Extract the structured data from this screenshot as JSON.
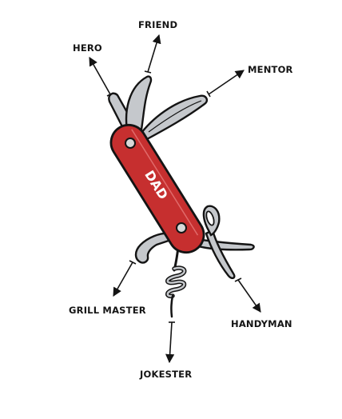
{
  "diagram": {
    "handle_text": "DAD",
    "labels": {
      "friend": "FRIEND",
      "hero": "HERO",
      "mentor": "MENTOR",
      "grill_master": "GRILL MASTER",
      "handyman": "HANDYMAN",
      "jokester": "JOKESTER"
    },
    "colors": {
      "handle": "#c62f2f",
      "tool": "#c5c8cc",
      "outline": "#141414"
    }
  }
}
